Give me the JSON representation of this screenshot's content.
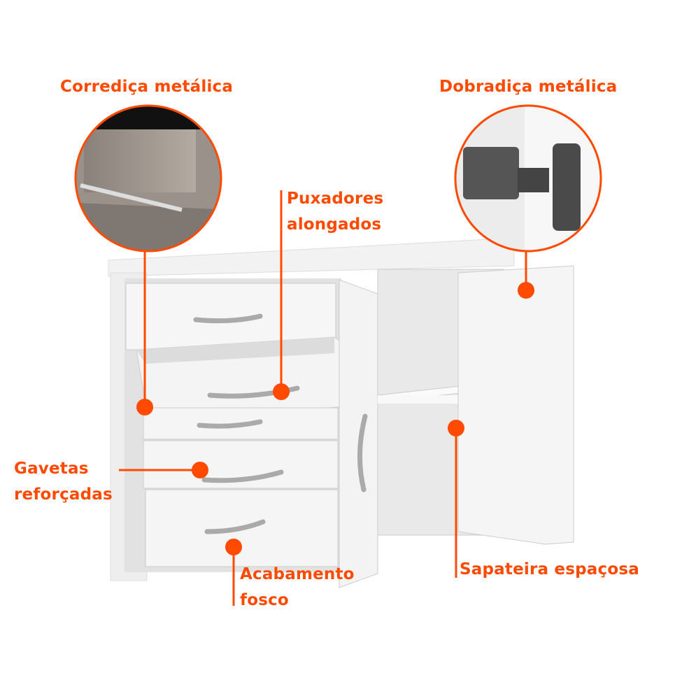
{
  "accent_color": "#ff4a00",
  "labels": {
    "corredica": "Corrediça metálica",
    "dobradica": "Dobradiça metálica",
    "puxadores_1": "Puxadores",
    "puxadores_2": "alongados",
    "gavetas_1": "Gavetas",
    "gavetas_2": "reforçadas",
    "acabamento_1": "Acabamento",
    "acabamento_2": "fosco",
    "sapateira": "Sapateira espaçosa"
  }
}
